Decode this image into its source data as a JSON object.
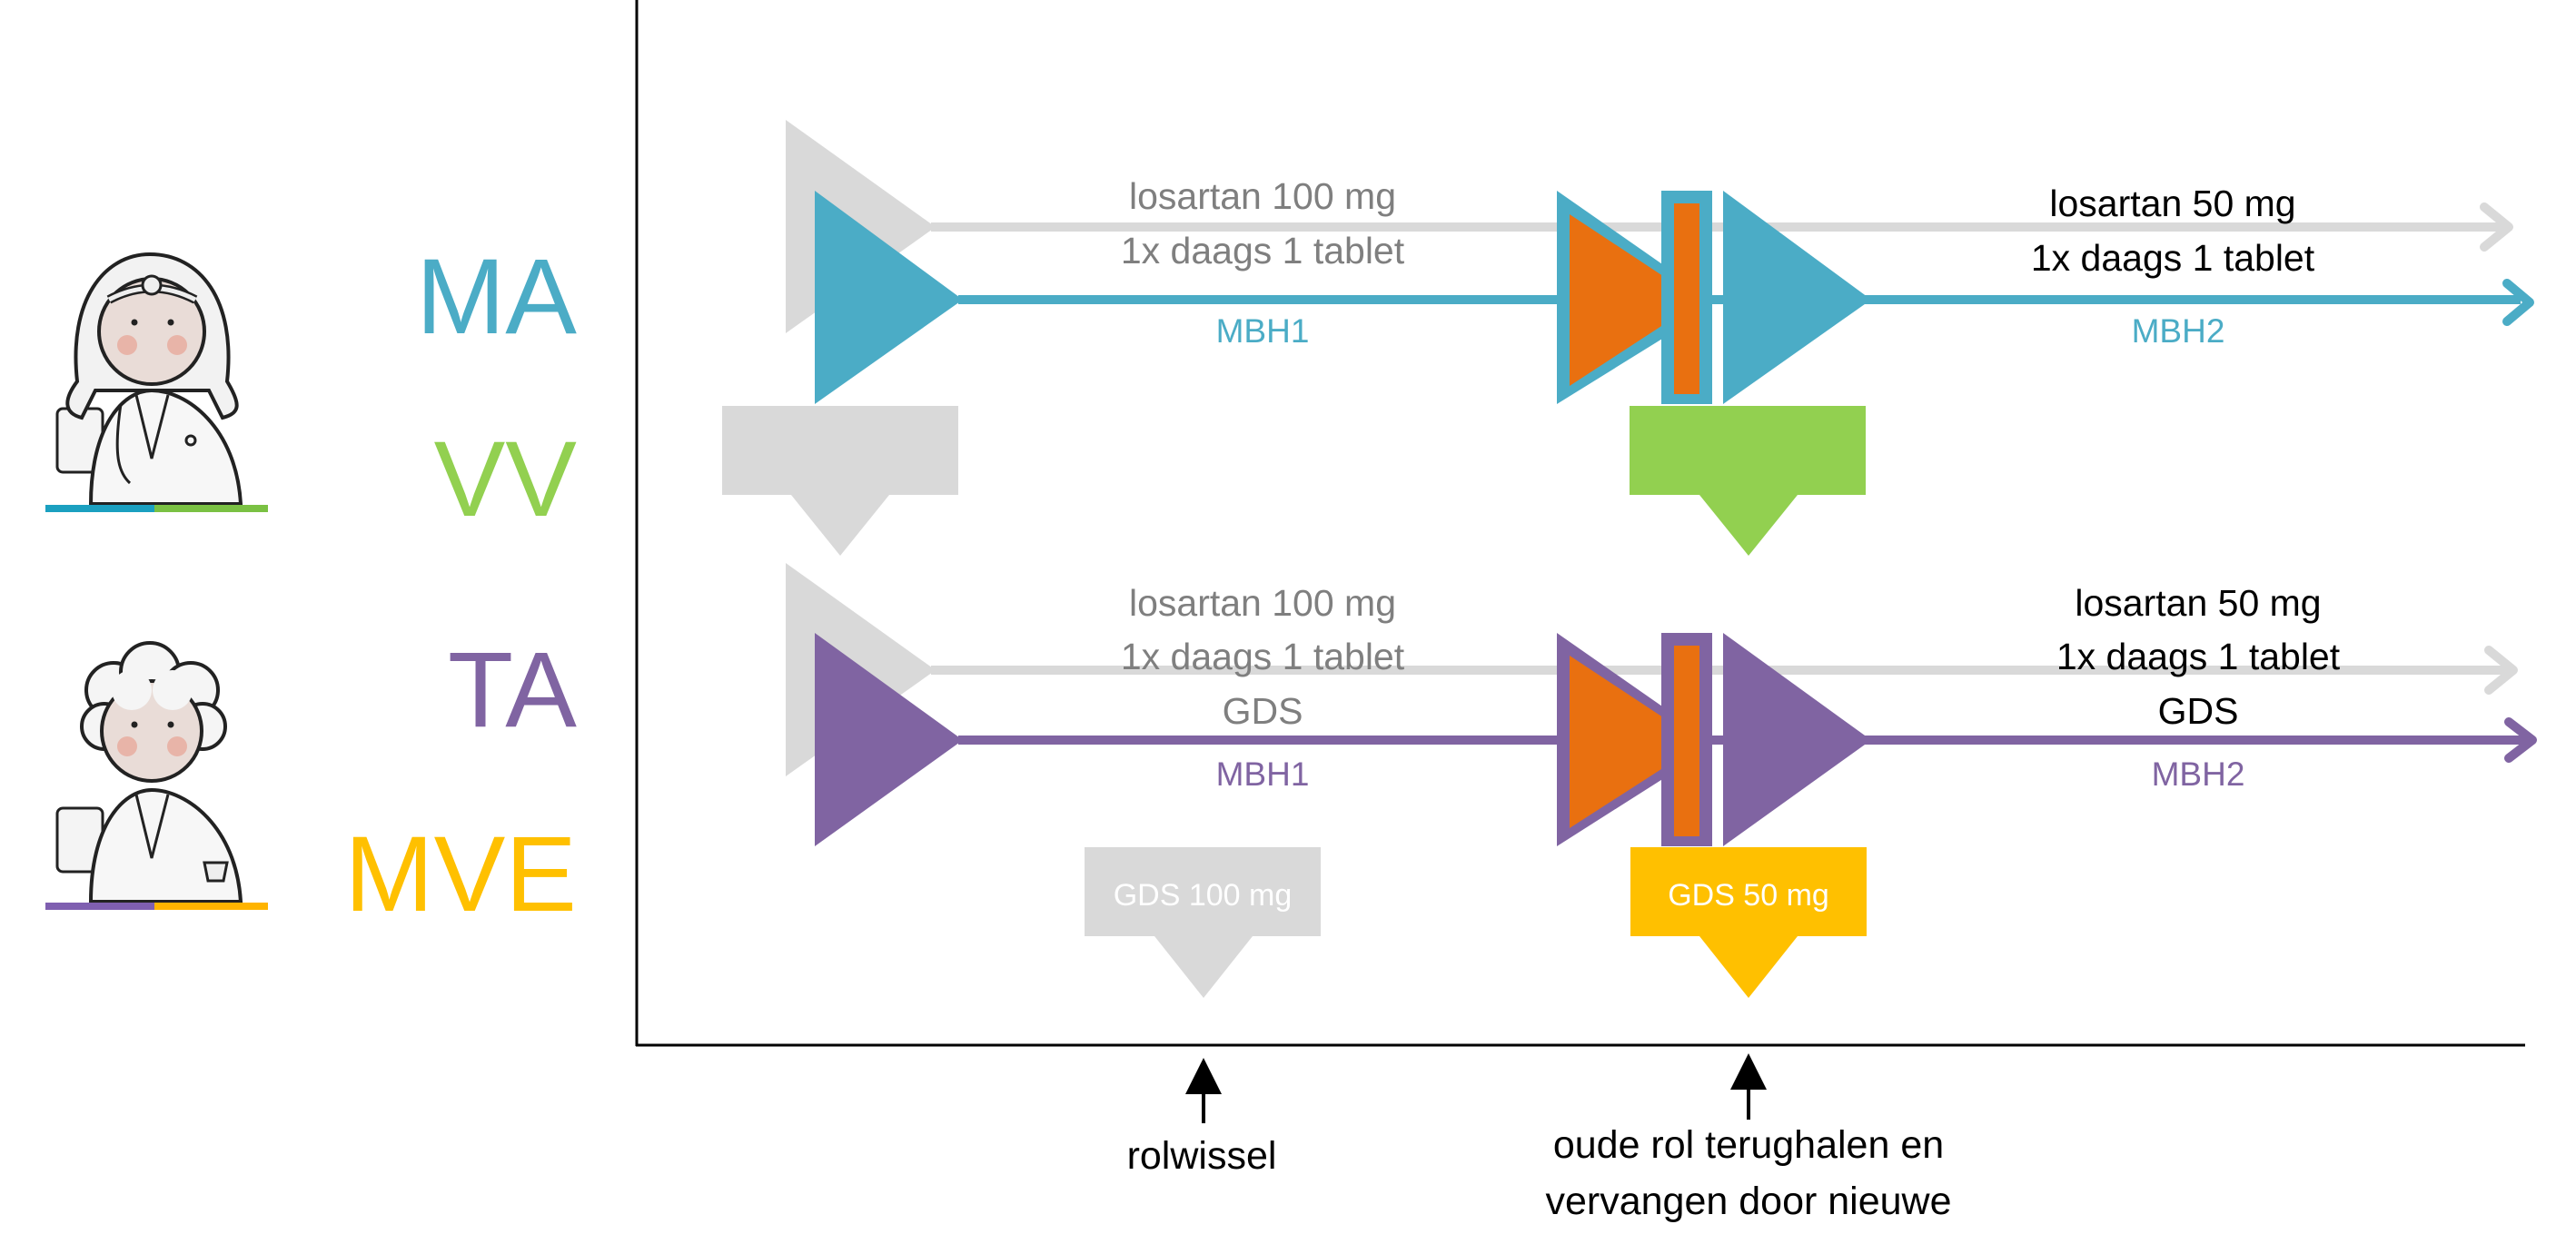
{
  "colors": {
    "ma": "#4BACC6",
    "vv": "#92D050",
    "ta": "#8064A2",
    "mve": "#FFC000",
    "old": "#D9D9D9",
    "old_text": "#7F7F7F",
    "stop": "#E97010",
    "new_text": "#000000",
    "axis": "#000000"
  },
  "roles": {
    "doctor": {
      "illustration": "doctor-illustration",
      "top_label": "MA",
      "bottom_label": "VV"
    },
    "pharmacist": {
      "illustration": "pharmacist-illustration",
      "top_label": "TA",
      "bottom_label": "MVE"
    }
  },
  "lanes": [
    {
      "id": "ma",
      "old": {
        "lines": [
          "losartan 100 mg",
          "1x daags 1 tablet"
        ],
        "mbh": "MBH1"
      },
      "new": {
        "lines": [
          "losartan 50 mg",
          "1x daags 1 tablet"
        ],
        "mbh": "MBH2"
      },
      "callout_old": "",
      "callout_new": ""
    },
    {
      "id": "ta",
      "old": {
        "lines": [
          "losartan 100 mg",
          "1x daags 1 tablet",
          "GDS"
        ],
        "mbh": "MBH1"
      },
      "new": {
        "lines": [
          "losartan 50 mg",
          "1x daags 1 tablet",
          "GDS"
        ],
        "mbh": "MBH2"
      },
      "callout_old": "GDS 100 mg",
      "callout_new": "GDS 50 mg"
    }
  ],
  "annotations": {
    "role_change": "rolwissel",
    "replace_line1": "oude rol terughalen en",
    "replace_line2": "vervangen door nieuwe"
  }
}
